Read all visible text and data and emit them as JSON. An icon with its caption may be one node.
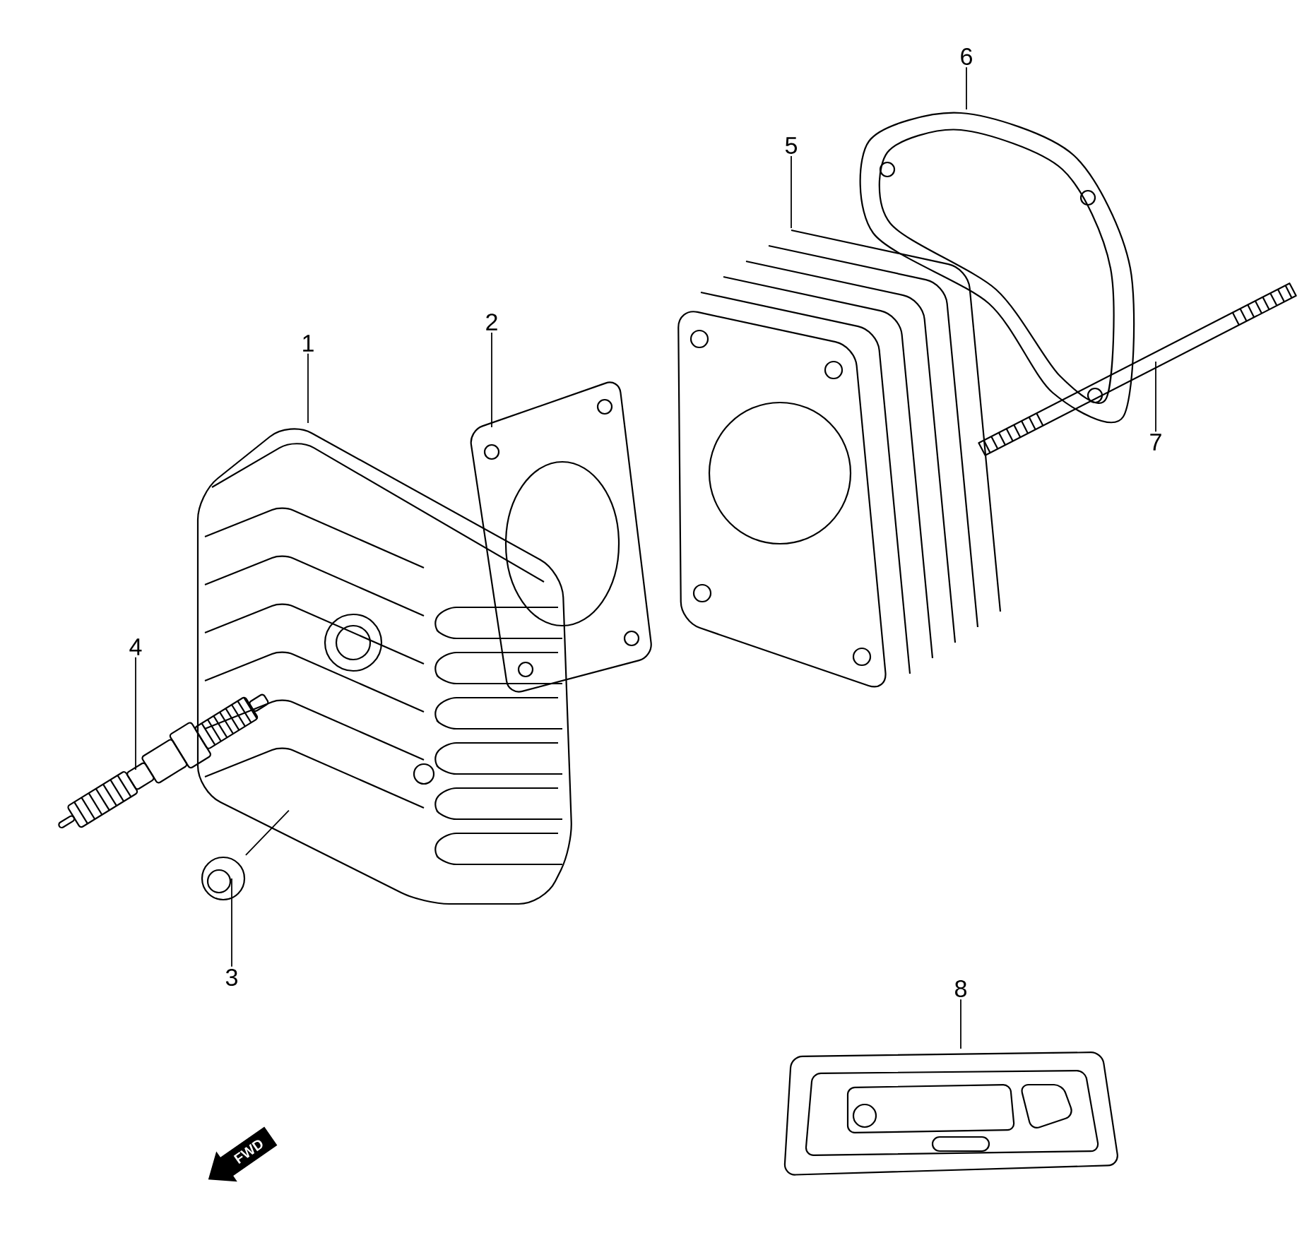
{
  "diagram": {
    "nodes": [
      {
        "text": [
          "1"
        ]
      },
      {
        "text": [],
        "shape": "picture"
      },
      {
        "text": [
          "2"
        ]
      },
      {
        "text": [],
        "shape": "picture"
      },
      {
        "text": [
          "3"
        ]
      },
      {
        "text": [],
        "shape": "picture"
      },
      {
        "text": [
          "4"
        ]
      },
      {
        "text": [],
        "shape": "picture"
      },
      {
        "text": [
          "5"
        ]
      },
      {
        "text": [],
        "shape": "picture"
      },
      {
        "text": [
          "6"
        ]
      },
      {
        "text": [],
        "shape": "picture"
      },
      {
        "text": [
          "7"
        ]
      },
      {
        "text": [],
        "shape": "picture"
      },
      {
        "text": [
          "8"
        ]
      },
      {
        "text": [],
        "shape": "picture"
      }
    ],
    "edges": [
      {
        "from": 0,
        "to": 1,
        "arrow": "none"
      },
      {
        "from": 2,
        "to": 3,
        "arrow": "none"
      },
      {
        "from": 4,
        "to": 5,
        "arrow": "none"
      },
      {
        "from": 6,
        "to": 7,
        "arrow": "none"
      },
      {
        "from": 8,
        "to": 9,
        "arrow": "none"
      },
      {
        "from": 10,
        "to": 11,
        "arrow": "none"
      },
      {
        "from": 12,
        "to": 13,
        "arrow": "none"
      },
      {
        "from": 14,
        "to": 15,
        "arrow": "none"
      },
      {
        "from": 5,
        "to": 1,
        "arrow": "none"
      }
    ],
    "labels": [
      "FWD"
    ]
  }
}
